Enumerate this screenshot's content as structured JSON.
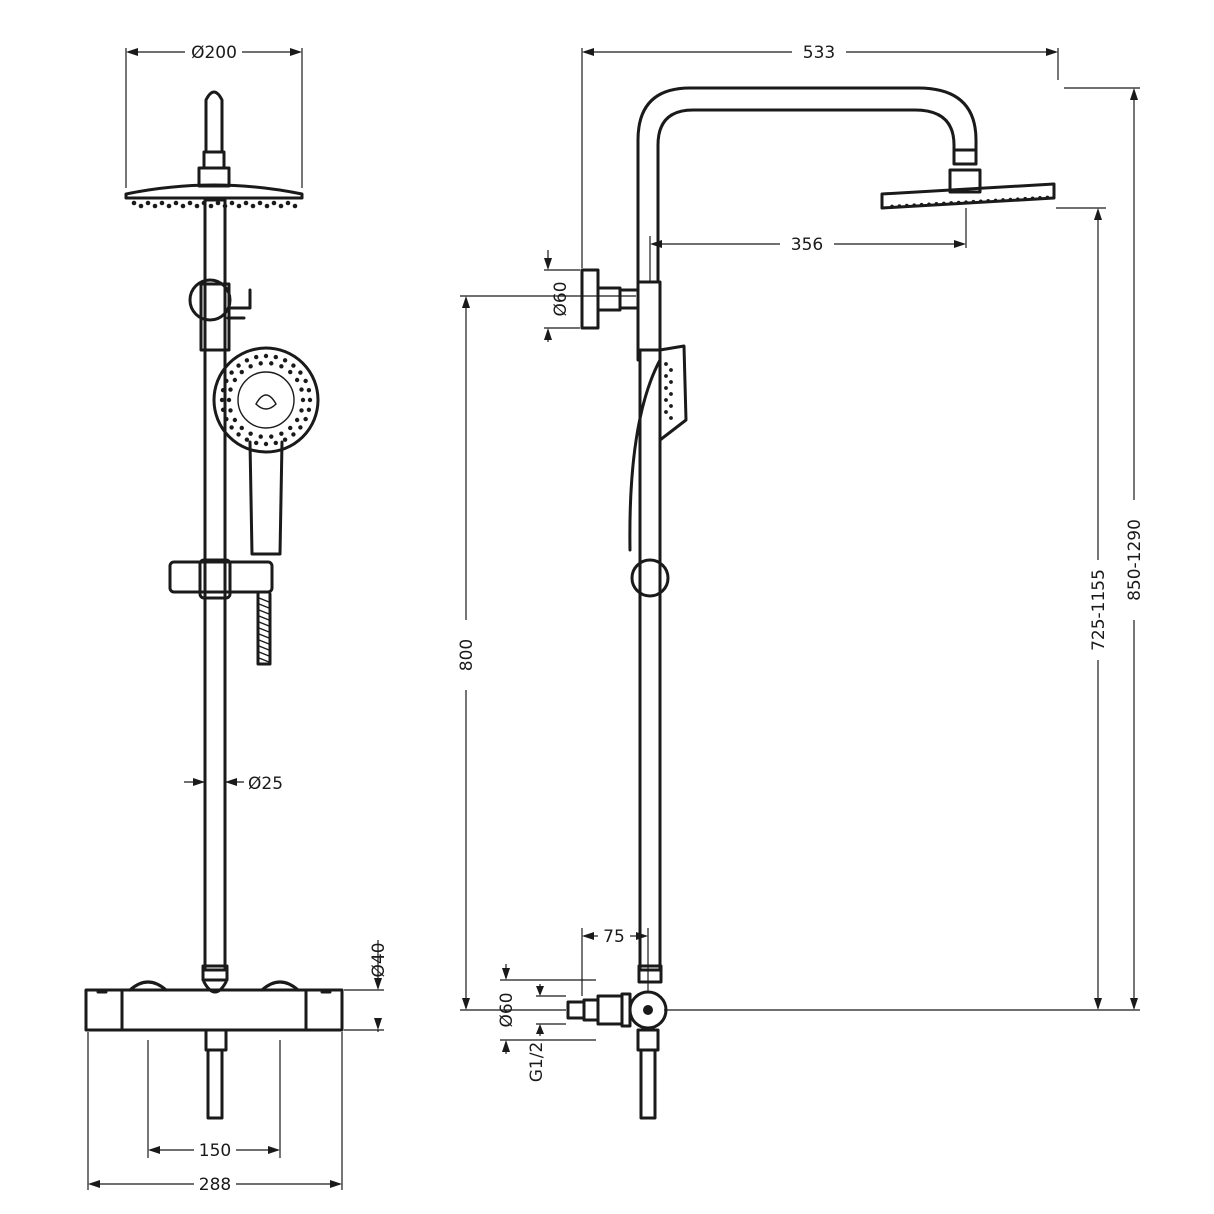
{
  "dimensions": {
    "head_diameter": "Ø200",
    "overall_projection": "533",
    "arm_projection": "356",
    "bracket_diameter": "Ø60",
    "rail_diameter": "Ø25",
    "valve_diameter": "Ø40",
    "outlet_projection": "75",
    "outlet_diameter": "Ø60",
    "thread_size": "G1/2",
    "rail_height": "800",
    "head_height_range": "725-1155",
    "overall_height_range": "850-1290",
    "valve_centres": "150",
    "valve_width": "288"
  }
}
